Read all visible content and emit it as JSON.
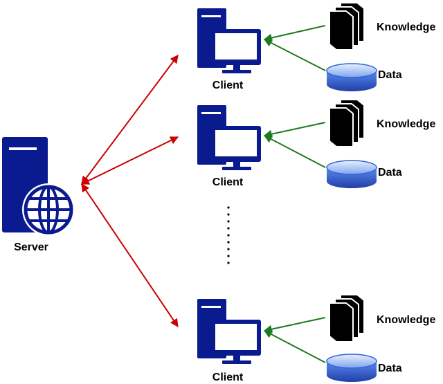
{
  "server": {
    "label": "Server"
  },
  "clients": [
    {
      "label": "Client",
      "knowledge_label": "Knowledge",
      "data_label": "Data"
    },
    {
      "label": "Client",
      "knowledge_label": "Knowledge",
      "data_label": "Data"
    },
    {
      "label": "Client",
      "knowledge_label": "Knowledge",
      "data_label": "Data"
    }
  ],
  "colors": {
    "device": "#0a1a8f",
    "server_arrow": "#cc0000",
    "data_arrow": "#1e7a1e",
    "db_top": "#2f63d6",
    "db_body": "#1f3fa8"
  },
  "icons": [
    "server-icon",
    "globe-icon",
    "client-computer-icon",
    "books-icon",
    "database-icon",
    "ellipsis-dots"
  ]
}
